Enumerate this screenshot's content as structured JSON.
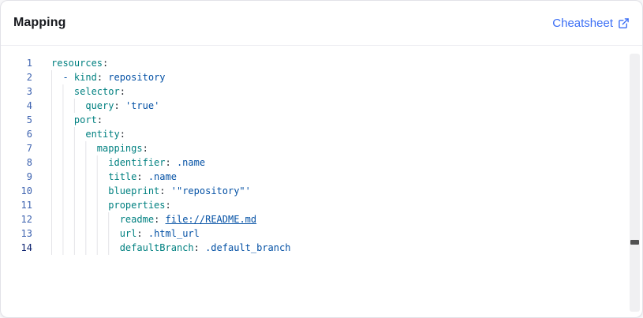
{
  "header": {
    "title": "Mapping",
    "cheatsheet_label": "Cheatsheet"
  },
  "colors": {
    "accent": "#3b6ef5",
    "key": "#008080",
    "value": "#0451a5",
    "string": "#0451a5",
    "punctuation": "#24292f",
    "line_number": "#3e63b0",
    "active_line_number": "#0b216f",
    "guide": "#e4e4e8",
    "scrollbar_track": "#f0f0f2",
    "cursor_mark": "#515151"
  },
  "editor": {
    "active_line": 14,
    "lines": [
      {
        "n": 1,
        "indent": 0,
        "tokens": [
          [
            "key",
            "resources"
          ],
          [
            "punc",
            ":"
          ]
        ]
      },
      {
        "n": 2,
        "indent": 2,
        "tokens": [
          [
            "dash",
            "- "
          ],
          [
            "key",
            "kind"
          ],
          [
            "punc",
            ":"
          ],
          [
            "val",
            " repository"
          ]
        ]
      },
      {
        "n": 3,
        "indent": 4,
        "tokens": [
          [
            "key",
            "selector"
          ],
          [
            "punc",
            ":"
          ]
        ]
      },
      {
        "n": 4,
        "indent": 6,
        "tokens": [
          [
            "key",
            "query"
          ],
          [
            "punc",
            ":"
          ],
          [
            "str",
            " 'true'"
          ]
        ]
      },
      {
        "n": 5,
        "indent": 4,
        "tokens": [
          [
            "key",
            "port"
          ],
          [
            "punc",
            ":"
          ]
        ]
      },
      {
        "n": 6,
        "indent": 6,
        "tokens": [
          [
            "key",
            "entity"
          ],
          [
            "punc",
            ":"
          ]
        ]
      },
      {
        "n": 7,
        "indent": 8,
        "tokens": [
          [
            "key",
            "mappings"
          ],
          [
            "punc",
            ":"
          ]
        ]
      },
      {
        "n": 8,
        "indent": 10,
        "tokens": [
          [
            "key",
            "identifier"
          ],
          [
            "punc",
            ":"
          ],
          [
            "val",
            " .name"
          ]
        ]
      },
      {
        "n": 9,
        "indent": 10,
        "tokens": [
          [
            "key",
            "title"
          ],
          [
            "punc",
            ":"
          ],
          [
            "val",
            " .name"
          ]
        ]
      },
      {
        "n": 10,
        "indent": 10,
        "tokens": [
          [
            "key",
            "blueprint"
          ],
          [
            "punc",
            ":"
          ],
          [
            "str",
            " '\"repository\"'"
          ]
        ]
      },
      {
        "n": 11,
        "indent": 10,
        "tokens": [
          [
            "key",
            "properties"
          ],
          [
            "punc",
            ":"
          ]
        ]
      },
      {
        "n": 12,
        "indent": 12,
        "tokens": [
          [
            "key",
            "readme"
          ],
          [
            "punc",
            ":"
          ],
          [
            "plain",
            " "
          ],
          [
            "link",
            "file://README.md"
          ]
        ]
      },
      {
        "n": 13,
        "indent": 12,
        "tokens": [
          [
            "key",
            "url"
          ],
          [
            "punc",
            ":"
          ],
          [
            "val",
            " .html_url"
          ]
        ]
      },
      {
        "n": 14,
        "indent": 12,
        "tokens": [
          [
            "key",
            "defaultBranch"
          ],
          [
            "punc",
            ":"
          ],
          [
            "val",
            " .default_branch"
          ]
        ]
      }
    ]
  }
}
